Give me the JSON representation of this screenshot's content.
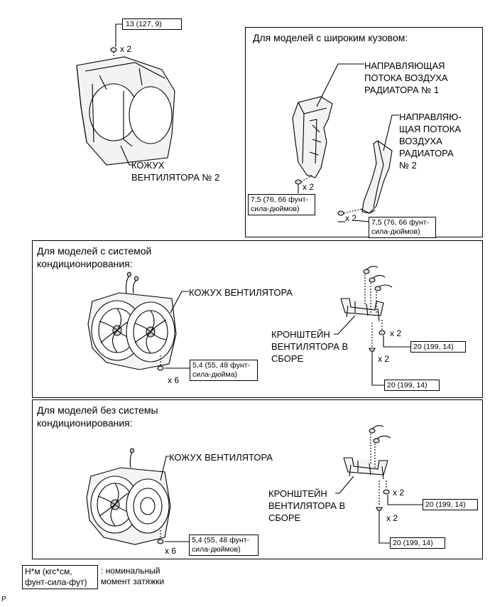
{
  "top_left": {
    "torque_spec": "13 (127, 9)",
    "qty": "x 2",
    "shroud_label": "КОЖУХ\nВЕНТИЛЯТОРА № 2"
  },
  "wide_body": {
    "title": "Для моделей с широким кузовом:",
    "guide1_label": "НАПРАВЛЯЮЩАЯ\nПОТОКА ВОЗДУХА\nРАДИАТОРА № 1",
    "guide2_label": "НАПРАВЛЯЮ-\nЩАЯ ПОТОКА\nВОЗДУХА\nРАДИАТОРА\n№ 2",
    "qty_left": "x 2",
    "qty_right": "x 2",
    "spec_left": "7,5 (76, 66 фунт-\nсила-дюймов)",
    "spec_right": "7,5 (76, 66 фунт-\nсила-дюймов)"
  },
  "with_ac": {
    "title": "Для моделей с системой\nкондиционирования:",
    "shroud_label": "КОЖУХ ВЕНТИЛЯТОРА",
    "bracket_label": "КРОНШТЕЙН\nВЕНТИЛЯТОРА В\nСБОРЕ",
    "qty_fan": "x 6",
    "spec_fan": "5,4 (55, 48 фунт-\nсила-дюйма)",
    "qty_nut": "x 2",
    "spec_nut": "20 (199, 14)",
    "qty_bolt": "x 2",
    "spec_bolt": "20 (199, 14)"
  },
  "without_ac": {
    "title": "Для моделей без системы\nкондиционирования:",
    "shroud_label": "КОЖУХ ВЕНТИЛЯТОРА",
    "bracket_label": "КРОНШТЕЙН\nВЕНТИЛЯТОРА В\nСБОРЕ",
    "qty_fan": "x 6",
    "spec_fan": "5,4 (55, 48 фунт-\nсила-дюймов)",
    "qty_nut": "x 2",
    "spec_nut": "20 (199, 14)",
    "qty_bolt": "x 2",
    "spec_bolt": "20 (199, 14)"
  },
  "legend": {
    "box": "Н*м (кгс*см,\nфунт-сила-фут)",
    "text": ": номинальный\nмомент затяжки"
  },
  "footer_mark": "P"
}
